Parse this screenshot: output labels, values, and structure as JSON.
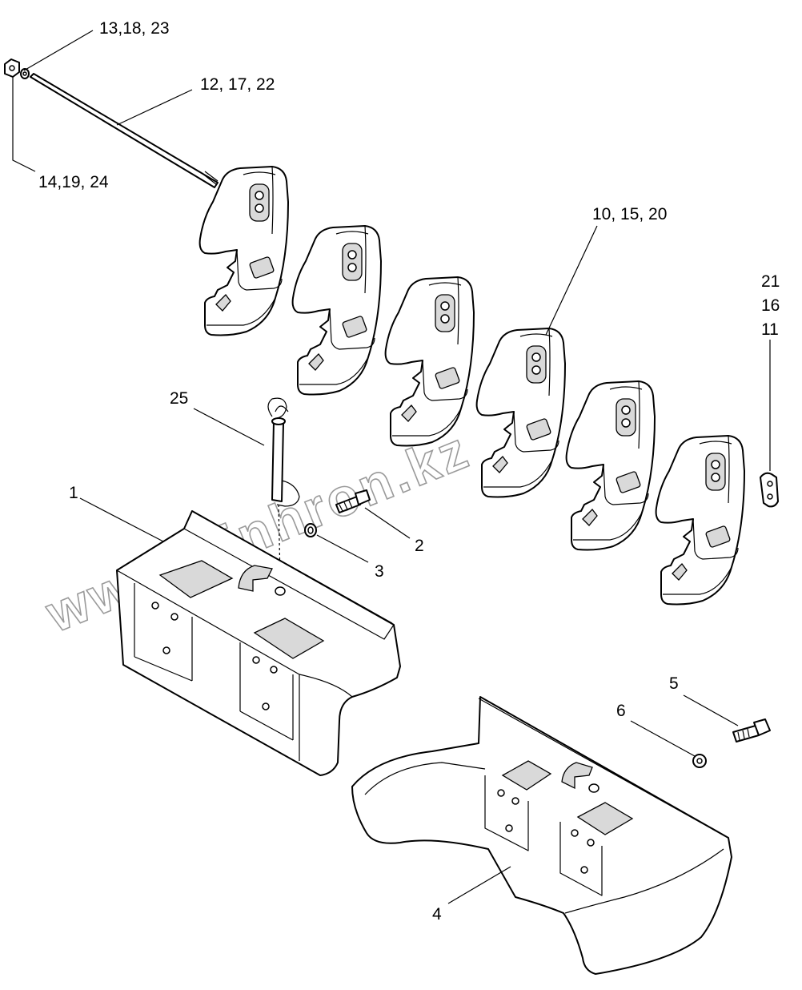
{
  "callouts": {
    "c_13_18_23": "13,18, 23",
    "c_12_17_22": "12, 17, 22",
    "c_14_19_24": "14,19, 24",
    "c_10_15_20": "10, 15,  20",
    "c_21": "21",
    "c_16": "16",
    "c_11": "11",
    "c_25": "25",
    "c_1": "1",
    "c_2": "2",
    "c_3": "3",
    "c_5": "5",
    "c_6": "6",
    "c_4": "4"
  },
  "watermark": "www.Sinhron.kz"
}
